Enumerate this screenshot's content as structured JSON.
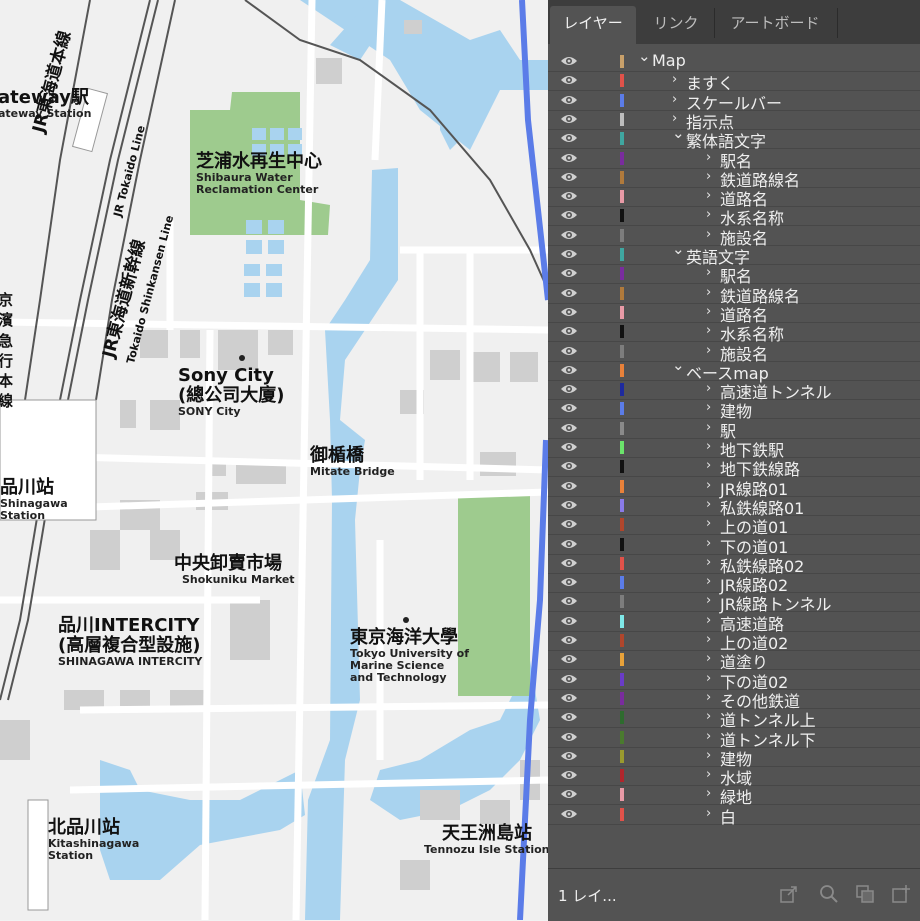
{
  "map": {
    "labels": [
      {
        "id": "gateway",
        "ja": "ateway駅",
        "en": "ateway Station"
      },
      {
        "id": "shibaura",
        "ja": "芝浦水再生中心",
        "en": "Shibaura Water\nReclamation Center"
      },
      {
        "id": "sony",
        "ja": "Sony City",
        "ja2": "(總公司大廈)",
        "en": "SONY City"
      },
      {
        "id": "mitate",
        "ja": "御楯橋",
        "en": "Mitate Bridge"
      },
      {
        "id": "shinagawa",
        "ja": "品川站",
        "en": "Shinagawa\nStation"
      },
      {
        "id": "shokuniku",
        "ja": "中央卸賣市場",
        "en": "Shokuniku Market"
      },
      {
        "id": "intercity",
        "ja": "品川INTERCITY",
        "ja2": "(高層複合型設施)",
        "en": "SHINAGAWA INTERCITY"
      },
      {
        "id": "tumst",
        "ja": "東京海洋大學",
        "en": "Tokyo University of\nMarine Science\nand Technology"
      },
      {
        "id": "kitashinagawa",
        "ja": "北品川站",
        "en": "Kitashinagawa\nStation"
      },
      {
        "id": "tennozu",
        "ja": "天王洲島站",
        "en": "Tennozu Isle Station"
      }
    ],
    "rail_labels": [
      {
        "id": "jr-tokaido-ja",
        "text": "JR東海道本線"
      },
      {
        "id": "jr-tokaido-en",
        "text": "JR Tokaido Line"
      },
      {
        "id": "shinkansen-ja",
        "text": "JR東海道新幹線"
      },
      {
        "id": "shinkansen-en",
        "text": "Tokaido Shinkansen Line"
      },
      {
        "id": "keikyu-ja",
        "text": "京濱急行本線"
      }
    ]
  },
  "panel": {
    "tabs": [
      "レイヤー",
      "リンク",
      "アートボード"
    ],
    "active_tab": 0,
    "footer_count": "1 レイ...",
    "layers": [
      {
        "name": "Map",
        "depth": 0,
        "open": true,
        "color": "#c8a06a"
      },
      {
        "name": "ますく",
        "depth": 1,
        "open": false,
        "color": "#e0524a"
      },
      {
        "name": "スケールバー",
        "depth": 1,
        "open": false,
        "color": "#5b7ce8"
      },
      {
        "name": "指示点",
        "depth": 1,
        "open": false,
        "color": "#bdbdbd"
      },
      {
        "name": "繁体語文字",
        "depth": 1,
        "open": true,
        "color": "#3fa6a0"
      },
      {
        "name": "駅名",
        "depth": 2,
        "open": false,
        "color": "#7a2c9e"
      },
      {
        "name": "鉄道路線名",
        "depth": 2,
        "open": false,
        "color": "#b07a3c"
      },
      {
        "name": "道路名",
        "depth": 2,
        "open": false,
        "color": "#e89aa6"
      },
      {
        "name": "水系名称",
        "depth": 2,
        "open": false,
        "color": "#111111"
      },
      {
        "name": "施設名",
        "depth": 2,
        "open": false,
        "color": "#7d7d7d"
      },
      {
        "name": "英語文字",
        "depth": 1,
        "open": true,
        "color": "#3fa6a0"
      },
      {
        "name": "駅名",
        "depth": 2,
        "open": false,
        "color": "#7a2c9e"
      },
      {
        "name": "鉄道路線名",
        "depth": 2,
        "open": false,
        "color": "#b07a3c"
      },
      {
        "name": "道路名",
        "depth": 2,
        "open": false,
        "color": "#e89aa6"
      },
      {
        "name": "水系名称",
        "depth": 2,
        "open": false,
        "color": "#111111"
      },
      {
        "name": "施設名",
        "depth": 2,
        "open": false,
        "color": "#7d7d7d"
      },
      {
        "name": "ベースmap",
        "depth": 1,
        "open": true,
        "color": "#e8813a"
      },
      {
        "name": "高速道トンネル",
        "depth": 2,
        "open": false,
        "color": "#1e2a9e"
      },
      {
        "name": "建物",
        "depth": 2,
        "open": false,
        "color": "#5b7ce8"
      },
      {
        "name": "駅",
        "depth": 2,
        "open": false,
        "color": "#8a8a8a"
      },
      {
        "name": "地下鉄駅",
        "depth": 2,
        "open": false,
        "color": "#6be36b"
      },
      {
        "name": "地下鉄線路",
        "depth": 2,
        "open": false,
        "color": "#111111"
      },
      {
        "name": "JR線路01",
        "depth": 2,
        "open": false,
        "color": "#e8813a"
      },
      {
        "name": "私鉄線路01",
        "depth": 2,
        "open": false,
        "color": "#8a7be8"
      },
      {
        "name": "上の道01",
        "depth": 2,
        "open": false,
        "color": "#b0462c"
      },
      {
        "name": "下の道01",
        "depth": 2,
        "open": false,
        "color": "#111111"
      },
      {
        "name": "私鉄線路02",
        "depth": 2,
        "open": false,
        "color": "#e0524a"
      },
      {
        "name": "JR線路02",
        "depth": 2,
        "open": false,
        "color": "#5b7ce8"
      },
      {
        "name": "JR線路トンネル",
        "depth": 2,
        "open": false,
        "color": "#7d7d7d"
      },
      {
        "name": "高速道路",
        "depth": 2,
        "open": false,
        "color": "#7fe8e8"
      },
      {
        "name": "上の道02",
        "depth": 2,
        "open": false,
        "color": "#b0462c"
      },
      {
        "name": "道塗り",
        "depth": 2,
        "open": false,
        "color": "#e8a23a"
      },
      {
        "name": "下の道02",
        "depth": 2,
        "open": false,
        "color": "#6a3cc8"
      },
      {
        "name": "その他鉄道",
        "depth": 2,
        "open": false,
        "color": "#7a2c9e"
      },
      {
        "name": "道トンネル上",
        "depth": 2,
        "open": false,
        "color": "#2e6b2e"
      },
      {
        "name": "道トンネル下",
        "depth": 2,
        "open": false,
        "color": "#4a7a2e"
      },
      {
        "name": "建物",
        "depth": 2,
        "open": false,
        "color": "#9a9a2e"
      },
      {
        "name": "水域",
        "depth": 2,
        "open": false,
        "color": "#b0262c"
      },
      {
        "name": "緑地",
        "depth": 2,
        "open": false,
        "color": "#e89aa6"
      },
      {
        "name": "白",
        "depth": 2,
        "open": false,
        "color": "#e0524a"
      }
    ]
  }
}
